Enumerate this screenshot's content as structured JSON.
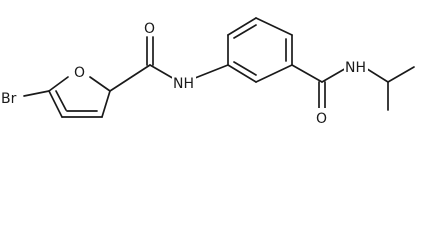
{
  "molecule": {
    "atoms": {
      "br": "Br",
      "o_ring": "O",
      "o_amide1": "O",
      "nh_1": "NH",
      "o_amide2": "O",
      "nh_2": "NH"
    }
  }
}
